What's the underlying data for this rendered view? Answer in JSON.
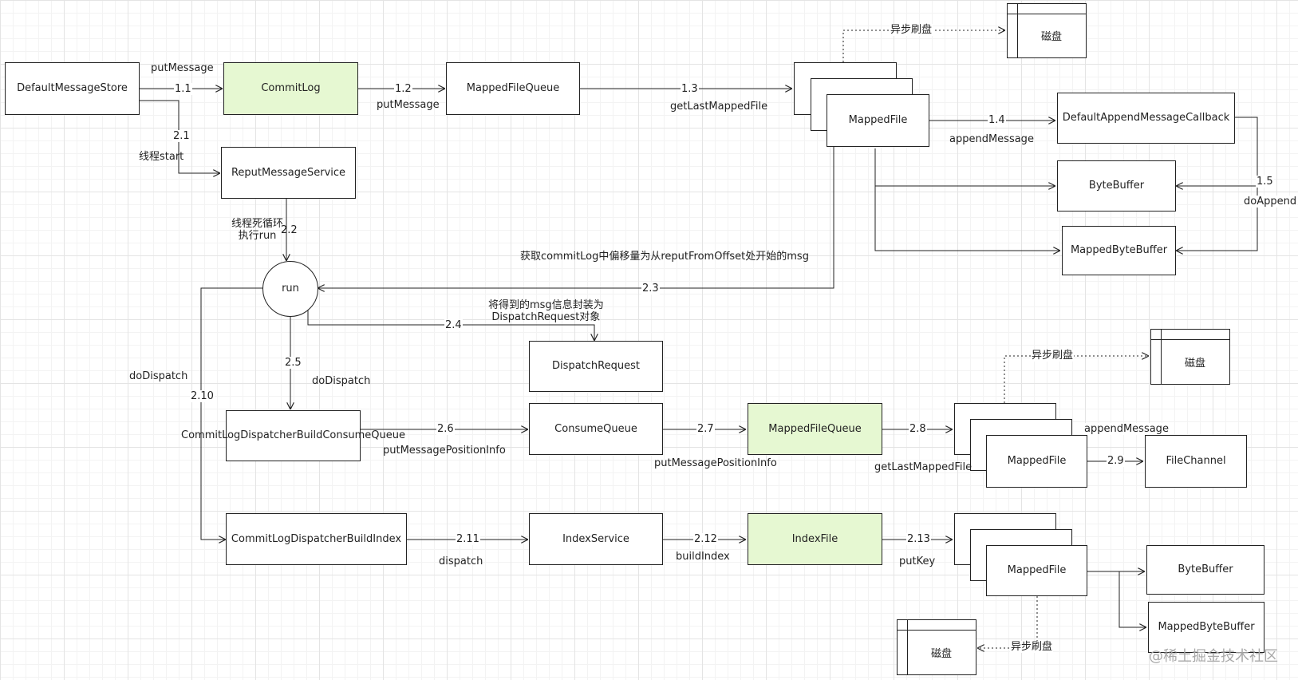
{
  "nodes": {
    "default_message_store": "DefaultMessageStore",
    "commit_log": "CommitLog",
    "mapped_file_queue_top": "MappedFileQueue",
    "mapped_file_top": "MappedFile",
    "disk_top": "磁盘",
    "default_append_message_callback": "DefaultAppendMessageCallback",
    "byte_buffer_top": "ByteBuffer",
    "mapped_byte_buffer_top": "MappedByteBuffer",
    "reput_message_service": "ReputMessageService",
    "run": "run",
    "dispatch_request": "DispatchRequest",
    "consume_queue": "ConsumeQueue",
    "dispatcher_build_consume_queue": "CommitLogDispatcherBuildConsumeQueue",
    "mapped_file_queue_mid": "MappedFileQueue",
    "mapped_file_mid": "MappedFile",
    "file_channel": "FileChannel",
    "disk_mid": "磁盘",
    "dispatcher_build_index": "CommitLogDispatcherBuildIndex",
    "index_service": "IndexService",
    "index_file": "IndexFile",
    "mapped_file_bot": "MappedFile",
    "byte_buffer_bot": "ByteBuffer",
    "mapped_byte_buffer_bot": "MappedByteBuffer",
    "disk_bot": "磁盘"
  },
  "labels": {
    "put_message_1": "putMessage",
    "step_1_1": "1.1",
    "step_1_2": "1.2",
    "put_message_2": "putMessage",
    "step_1_3": "1.3",
    "get_last_mapped_file_1": "getLastMappedFile",
    "async_flush_top": "异步刷盘",
    "step_1_4": "1.4",
    "append_message_1": "appendMessage",
    "step_1_5": "1.5",
    "do_append": "doAppend",
    "step_2_1": "2.1",
    "thread_start": "线程start",
    "thread_loop": "线程死循环\n执行run",
    "step_2_2": "2.2",
    "fetch_msg": "获取commitLog中偏移量为从reputFromOffset处开始的msg",
    "step_2_3": "2.3",
    "wrap_dispatch": "将得到的msg信息封装为\nDispatchRequest对象",
    "step_2_4": "2.4",
    "step_2_5": "2.5",
    "do_dispatch_1": "doDispatch",
    "do_dispatch_2": "doDispatch",
    "step_2_10": "2.10",
    "step_2_6": "2.6",
    "put_message_position_info_1": "putMessagePositionInfo",
    "step_2_7": "2.7",
    "put_message_position_info_2": "putMessagePositionInfo",
    "step_2_8": "2.8",
    "get_last_mapped_file_2": "getLastMappedFile",
    "append_message_2": "appendMessage",
    "step_2_9": "2.9",
    "async_flush_mid": "异步刷盘",
    "step_2_11": "2.11",
    "dispatch": "dispatch",
    "step_2_12": "2.12",
    "build_index": "buildIndex",
    "step_2_13": "2.13",
    "put_key": "putKey",
    "async_flush_bot": "异步刷盘"
  },
  "watermark": "@稀土掘金技术社区",
  "colors": {
    "green_fill": "#e6f8d2",
    "line": "#222222",
    "grid": "#e4e4e4"
  }
}
